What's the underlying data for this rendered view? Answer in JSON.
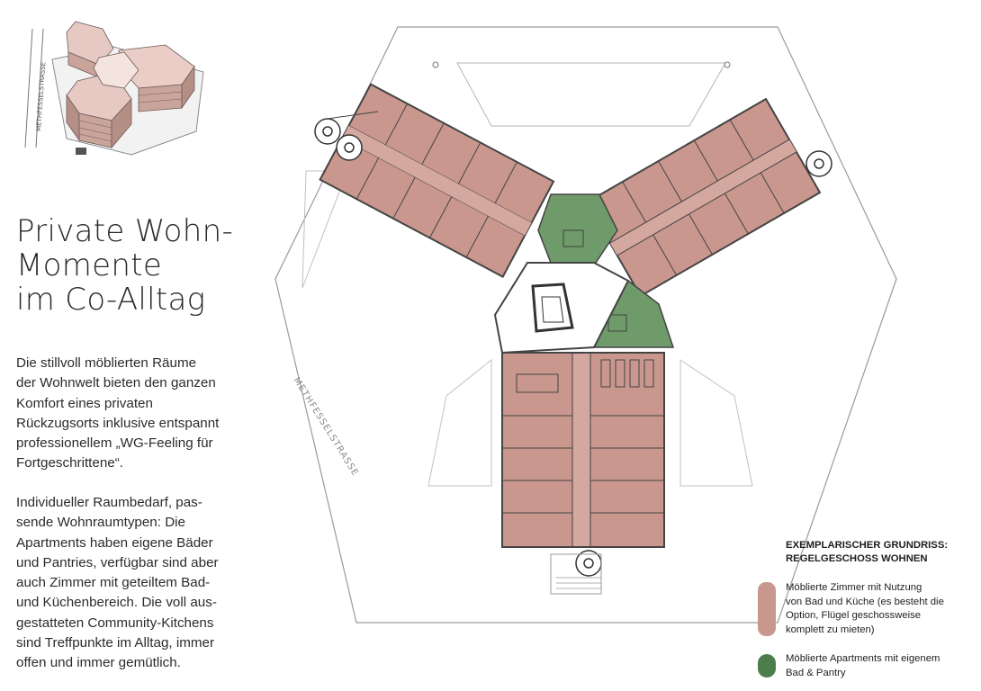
{
  "thumbnail": {
    "street_label": "METHFESSELSTRASSE"
  },
  "headline": {
    "lines": [
      "Private Wohn-",
      "Momente",
      "im Co-Alltag"
    ]
  },
  "paragraph1": {
    "lines": [
      "Die stillvoll möblierten Räume",
      "der Wohnwelt bieten den ganzen",
      "Komfort eines privaten",
      "Rückzugsorts inklusive entspannt",
      "professionellem „WG-Feeling für",
      "Fortgeschrittene“."
    ]
  },
  "paragraph2": {
    "lines": [
      "Individueller Raumbedarf, pas-",
      "sende Wohnraumtypen: Die",
      "Apartments haben eigene Bäder",
      "und Pantries, verfügbar sind aber",
      "auch Zimmer mit geteiltem Bad-",
      "und Küchenbereich. Die voll aus-",
      "gestatteten Community-Kitchens",
      "sind Treffpunkte im Alltag, immer",
      "offen und immer gemütlich."
    ]
  },
  "plan": {
    "street_label": "METHFESSELSTRASSE"
  },
  "legend": {
    "title_lines": [
      "EXEMPLARISCHER GRUNDRISS:",
      "REGELGESCHOSS WOHNEN"
    ],
    "items": [
      {
        "color": "#c9978e",
        "lines": [
          "Möblierte Zimmer mit Nutzung",
          "von Bad und Küche (es besteht die",
          "Option, Flügel geschossweise",
          "komplett zu mieten)"
        ]
      },
      {
        "color": "#4d7d4d",
        "lines": [
          "Möblierte Apartments mit eigenem",
          "Bad & Pantry"
        ]
      }
    ]
  },
  "colors": {
    "rooms": "#c9978e",
    "apartments": "#4d7d4d",
    "walls": "#444444"
  }
}
